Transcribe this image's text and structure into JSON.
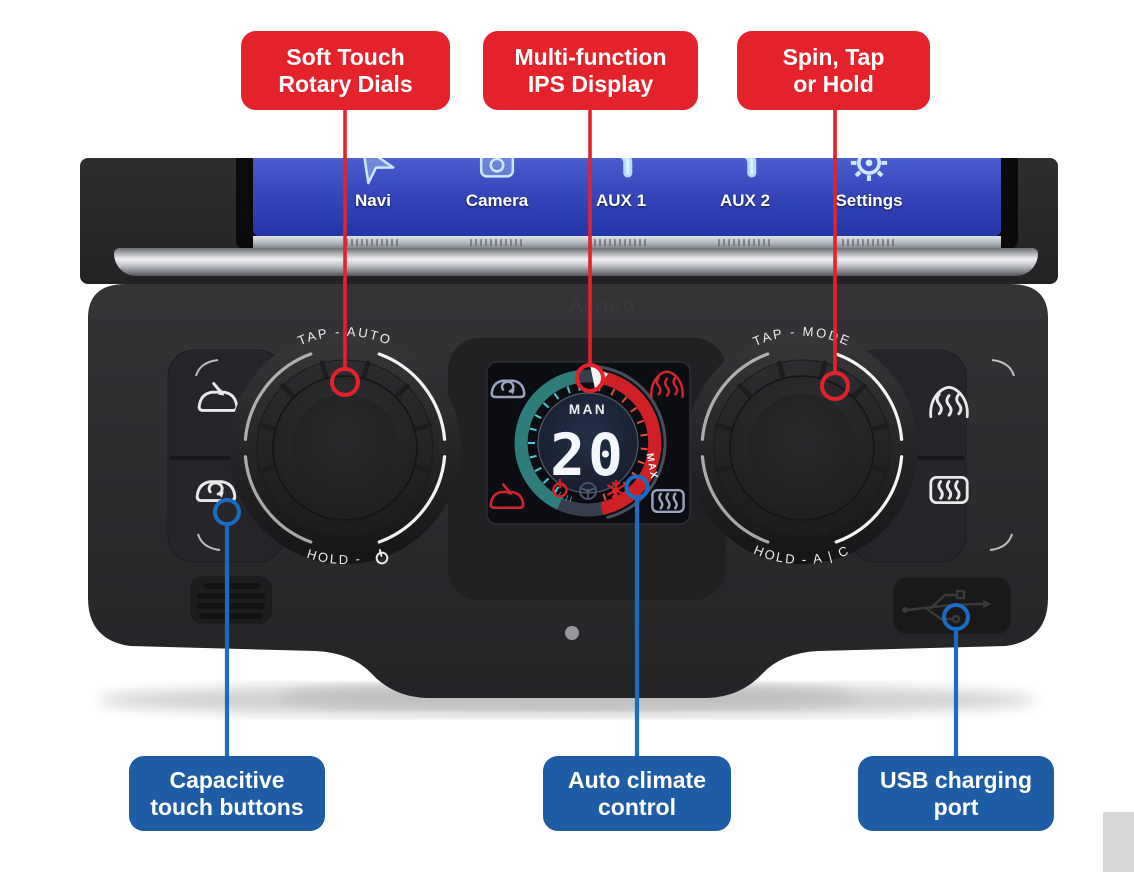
{
  "callouts": {
    "top": [
      {
        "line1": "Soft Touch",
        "line2": "Rotary Dials"
      },
      {
        "line1": "Multi-function",
        "line2": "IPS Display"
      },
      {
        "line1": "Spin, Tap",
        "line2": "or Hold"
      }
    ],
    "bottom": [
      {
        "line1": "Capacitive",
        "line2": "touch buttons"
      },
      {
        "line1": "Auto climate",
        "line2": "control"
      },
      {
        "line1": "USB charging",
        "line2": "port"
      }
    ]
  },
  "radio_screen": {
    "menu": [
      {
        "label": "Navi",
        "icon": "nav-arrow-icon"
      },
      {
        "label": "Camera",
        "icon": "camera-icon"
      },
      {
        "label": "AUX 1",
        "icon": "aux-connector-icon"
      },
      {
        "label": "AUX 2",
        "icon": "aux-connector-icon"
      },
      {
        "label": "Settings",
        "icon": "gear-icon"
      }
    ]
  },
  "climate_panel": {
    "brand_logo": "Aerpro",
    "left_dial": {
      "tap_label": "TAP - AUTO",
      "hold_label": "HOLD -",
      "hold_icon": "power-icon"
    },
    "right_dial": {
      "tap_label": "TAP - MODE",
      "hold_label": "HOLD - A | C"
    },
    "display": {
      "mode": "MAN",
      "temperature": "20",
      "max_label": "MAX",
      "corner_icons": [
        "recirculation-icon",
        "front-defrost-icon",
        "fresh-air-icon",
        "rear-defrost-icon"
      ],
      "bottom_icons": [
        "power-icon",
        "steering-wheel-icon",
        "snowflake-icon"
      ]
    },
    "touch_buttons": {
      "left": [
        "fresh-air-icon",
        "recirculation-icon"
      ],
      "right": [
        "front-defrost-icon",
        "rear-defrost-icon"
      ]
    },
    "usb_port_icon": "usb-icon"
  },
  "colors": {
    "callout_red": "#e3222b",
    "callout_blue": "#1e5ca6",
    "leader_blue": "#1a6cc2",
    "screen_blue_top": "#4a5ed0",
    "screen_blue_bottom": "#2435a8",
    "gauge_teal": "#2f7d7a",
    "gauge_red": "#cf2125"
  }
}
